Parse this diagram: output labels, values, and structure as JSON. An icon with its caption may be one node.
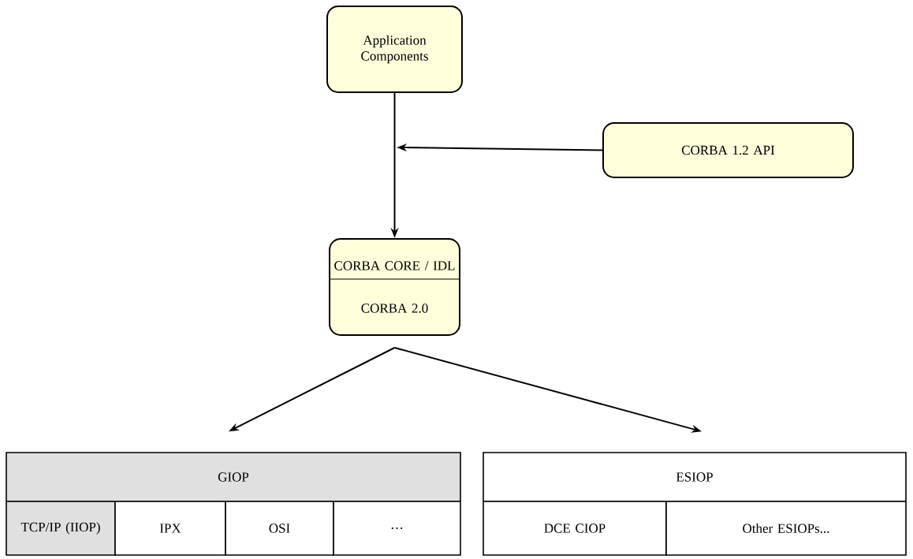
{
  "diagram": {
    "nodes": [
      {
        "text": [
          "Application Components"
        ]
      },
      {
        "text": [
          "CORBA 1.2 API"
        ]
      },
      {
        "text": [
          "CORBA CORE / IDL",
          "CORBA 2.0"
        ]
      },
      {
        "text": [
          "GIOP"
        ]
      },
      {
        "text": [
          "TCP/IP (IIOP)"
        ]
      },
      {
        "text": [
          "IPX"
        ]
      },
      {
        "text": [
          "OSI"
        ]
      },
      {
        "text": [
          "…"
        ]
      },
      {
        "text": [
          "ESIOP"
        ]
      },
      {
        "text": [
          "DCE CIOP"
        ]
      },
      {
        "text": [
          "Other ESIOPs..."
        ]
      }
    ],
    "edges": [
      {
        "from": 0,
        "to": 2,
        "arrow": "to"
      },
      {
        "from": 1,
        "to": null,
        "arrow": "to"
      },
      {
        "from": 2,
        "to": 3,
        "arrow": "to"
      },
      {
        "from": 2,
        "to": 8,
        "arrow": "to"
      }
    ]
  }
}
